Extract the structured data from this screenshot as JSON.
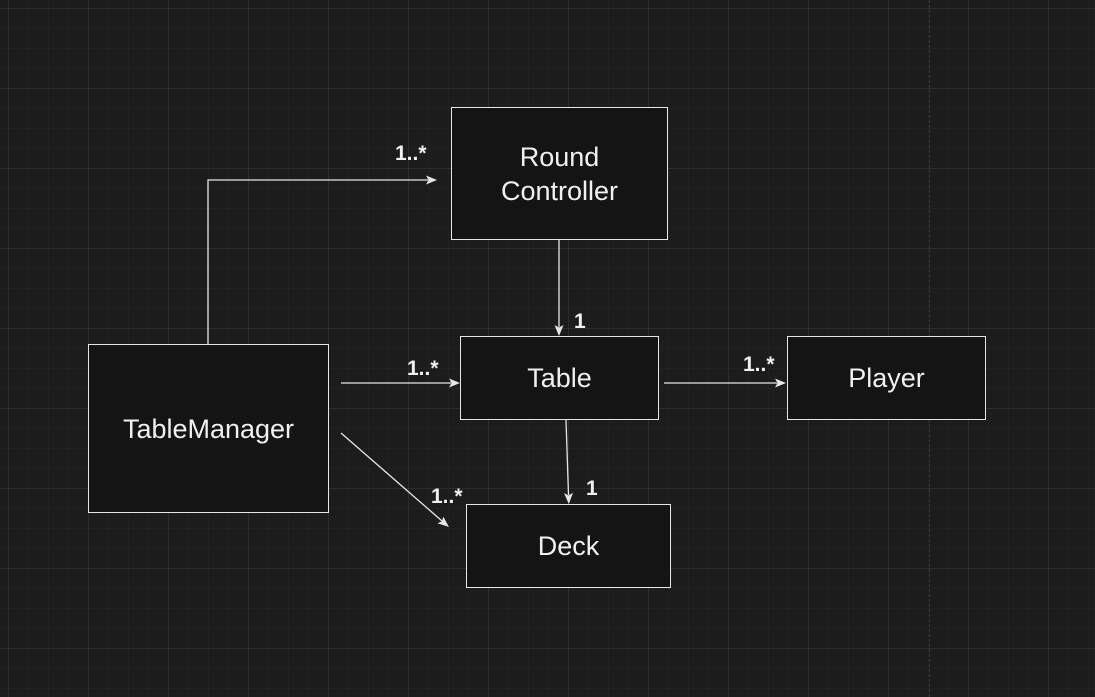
{
  "diagram": {
    "nodes": {
      "round_controller": {
        "label": "Round\nController"
      },
      "table": {
        "label": "Table"
      },
      "player": {
        "label": "Player"
      },
      "table_manager": {
        "label": "TableManager"
      },
      "deck": {
        "label": "Deck"
      }
    },
    "edges": {
      "manager_to_round_controller": {
        "from": "TableManager",
        "to": "Round Controller",
        "multiplicity": "1..*"
      },
      "manager_to_table": {
        "from": "TableManager",
        "to": "Table",
        "multiplicity": "1..*"
      },
      "manager_to_deck": {
        "from": "TableManager",
        "to": "Deck",
        "multiplicity": "1..*"
      },
      "round_controller_to_table": {
        "from": "Round Controller",
        "to": "Table",
        "multiplicity": "1"
      },
      "table_to_player": {
        "from": "Table",
        "to": "Player",
        "multiplicity": "1..*"
      },
      "table_to_deck": {
        "from": "Table",
        "to": "Deck",
        "multiplicity": "1"
      }
    }
  }
}
